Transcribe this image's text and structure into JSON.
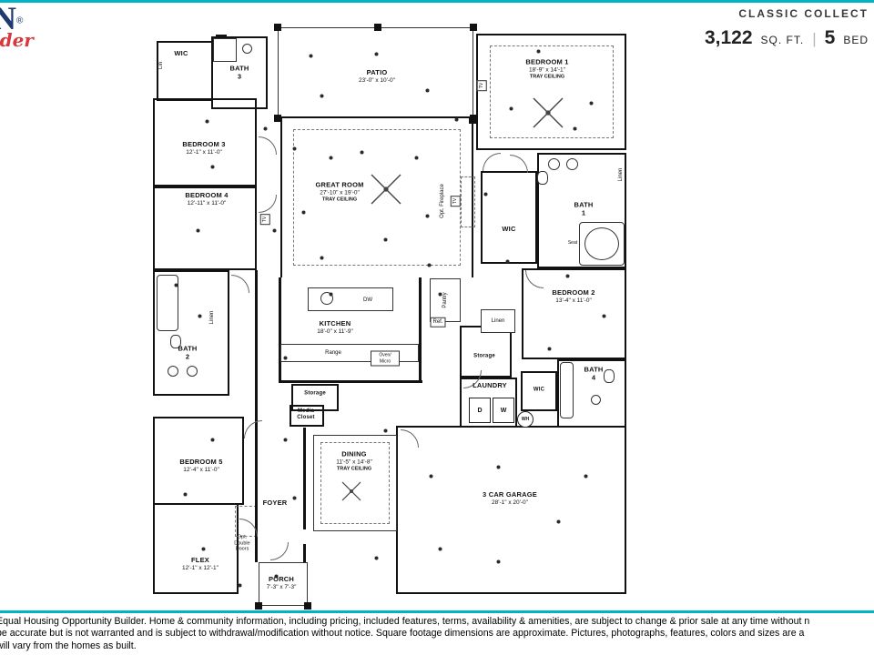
{
  "colors": {
    "teal": "#00b4c5",
    "navy": "#1e3a6e",
    "red": "#d9393c",
    "wall": "#121212"
  },
  "header": {
    "logo_letter": "N",
    "logo_reg": "®",
    "logo_script": "lder",
    "collection": "CLASSIC COLLECT",
    "sqft_value": "3,122",
    "sqft_unit": "SQ. FT.",
    "separator": "|",
    "beds_value": "5",
    "beds_unit": "BED"
  },
  "floorplan": {
    "rooms": [
      {
        "name": "WIC"
      },
      {
        "name": "BATH 3"
      },
      {
        "name": "PATIO",
        "dims": "23'-0\" x 10'-0\""
      },
      {
        "name": "BEDROOM 1",
        "dims": "18'-9\" x 14'-1\"",
        "note": "TRAY CEILING"
      },
      {
        "name": "BEDROOM 3",
        "dims": "12'-1\" x 11'-0\""
      },
      {
        "name": "BEDROOM 4",
        "dims": "12'-11\" x 11'-0\""
      },
      {
        "name": "GREAT ROOM",
        "dims": "27'-10\" x 19'-0\"",
        "note": "TRAY CEILING"
      },
      {
        "name": "WIC"
      },
      {
        "name": "BATH 1"
      },
      {
        "name": "BEDROOM 2",
        "dims": "13'-4\" x 11'-0\""
      },
      {
        "name": "KITCHEN",
        "dims": "18'-0\" x 11'-9\""
      },
      {
        "name": "BATH 2"
      },
      {
        "name": "Storage"
      },
      {
        "name": "LAUNDRY"
      },
      {
        "name": "WIC"
      },
      {
        "name": "BATH 4"
      },
      {
        "name": "Storage"
      },
      {
        "name": "Media Closet"
      },
      {
        "name": "BEDROOM 5",
        "dims": "12'-4\" x 11'-0\""
      },
      {
        "name": "DINING",
        "dims": "11'-5\" x 14'-8\"",
        "note": "TRAY CEILING"
      },
      {
        "name": "FOYER"
      },
      {
        "name": "3 CAR GARAGE",
        "dims": "28'-1\" x 20'-0\""
      },
      {
        "name": "FLEX",
        "dims": "12'-1\" x 12'-1\""
      },
      {
        "name": "PORCH",
        "dims": "7'-3\" x 7'-3\""
      }
    ],
    "fixtures": [
      {
        "label": "Lin"
      },
      {
        "label": "TV"
      },
      {
        "label": "Opt. Fireplace"
      },
      {
        "label": "TV"
      },
      {
        "label": "TV"
      },
      {
        "label": "Linen"
      },
      {
        "label": "Seat"
      },
      {
        "label": "Pantry"
      },
      {
        "label": "Ref."
      },
      {
        "label": "Linen"
      },
      {
        "label": "Linen"
      },
      {
        "label": "DW"
      },
      {
        "label": "Range"
      },
      {
        "label": "Oven/ Micro"
      },
      {
        "label": "D"
      },
      {
        "label": "W"
      },
      {
        "label": "WH"
      },
      {
        "label": "Opt. Double Doors"
      }
    ]
  },
  "footer": {
    "line1": "Equal Housing Opportunity Builder. Home & community information, including pricing, included features, terms, availability & amenities, are subject to change & prior sale at any time without n",
    "line2": "be accurate but is not warranted and is subject to withdrawal/modification without notice. Square footage dimensions are approximate. Pictures, photographs, features, colors and sizes are a",
    "line3": "will vary from the homes as built."
  }
}
